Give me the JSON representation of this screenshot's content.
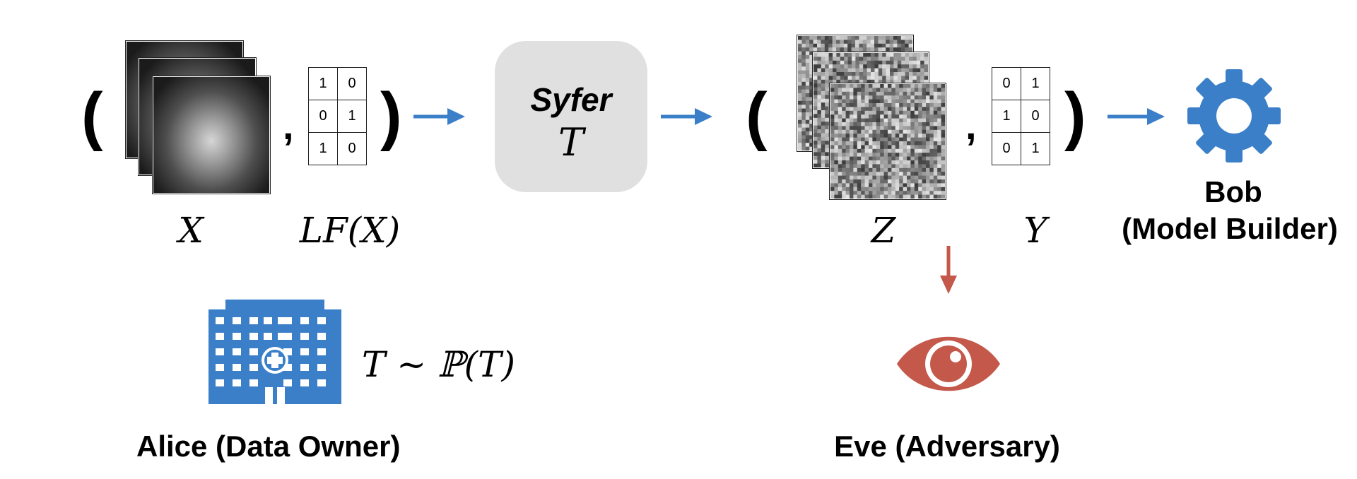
{
  "left_tuple": {
    "images_label": "X",
    "labels_label": "LF(X)",
    "label_matrix": [
      [
        "1",
        "0"
      ],
      [
        "0",
        "1"
      ],
      [
        "1",
        "0"
      ]
    ]
  },
  "syfer": {
    "name": "Syfer",
    "symbol": "T"
  },
  "right_tuple": {
    "images_label": "Z",
    "labels_label": "Y",
    "label_matrix": [
      [
        "0",
        "1"
      ],
      [
        "1",
        "0"
      ],
      [
        "0",
        "1"
      ]
    ]
  },
  "bob": {
    "name": "Bob",
    "role": "(Model Builder)"
  },
  "alice": {
    "label": "Alice (Data Owner)",
    "formula": "T ~ ℙ(T)"
  },
  "eve": {
    "label": "Eve (Adversary)"
  },
  "colors": {
    "blue": "#3a7fc8",
    "red": "#c4584a",
    "box_gray": "#e0e0e0"
  },
  "icons": {
    "alice": "hospital-icon",
    "bob": "gear-icon",
    "eve": "eye-icon"
  },
  "punctuation": {
    "open": "(",
    "close": ")",
    "comma": ","
  }
}
